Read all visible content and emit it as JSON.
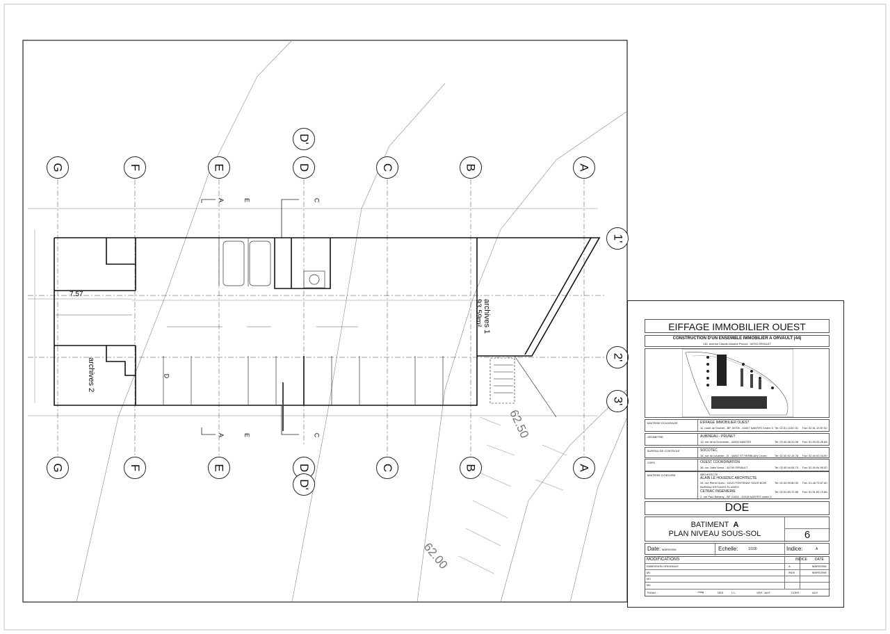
{
  "plan": {
    "grid_top": [
      "G",
      "F",
      "E",
      "D",
      "C",
      "B",
      "A"
    ],
    "grid_extra_top": "D'",
    "grid_bottom": [
      "G",
      "F",
      "E",
      "D",
      "C",
      "B",
      "A"
    ],
    "grid_extra_bottom": "D'",
    "grid_right": [
      "1'",
      "2'",
      "3'"
    ],
    "section_marks": [
      "A",
      "E",
      "C"
    ],
    "rooms": [
      {
        "name": "archives 1",
        "area": "93.59m²"
      },
      {
        "name": "archives 2"
      }
    ],
    "dimension_main": "7.57",
    "contour_labels": [
      "62.50",
      "62.00"
    ],
    "door_label": "D"
  },
  "title_block": {
    "company": "EIFFAGE IMMOBILIER OUEST",
    "project": "CONSTRUCTION D'UN ENSEMBLE IMMOBILIER A ORVAULT (44)",
    "address": "130, avenue Claude-Antoine Peccot - 44700 ORVAULT",
    "parties": [
      {
        "role": "MAITRISE D'OUVRAGE",
        "name": "EIFFAGE IMMOBILIER OUEST",
        "addr": "11, route de Gachet - BP. 50705 - 44307 NANTES Cedex 3",
        "tel": "Tel: 02.51.13.87.51",
        "fax": "Fax: 02.51.13.87.52"
      },
      {
        "role": "GÉOMETRE",
        "name": "AUBINEAU - PRUNET",
        "addr": "13, rue de la Duchesse - 44000 NANTES",
        "tel": "Tel: 02.40.48.20.08",
        "fax": "Fax: 02.40.43.25.68"
      },
      {
        "role": "BUREAU DE CONTROLE",
        "name": "SOCOTEC",
        "addr": "16, rue du coutelier - ZI - 44807 ST HERBLAIN Cedex",
        "tel": "Tel: 02.40.92.15.78",
        "fax": "Fax: 02.40.92.04.89"
      },
      {
        "role": "CSPS",
        "name": "OUEST COORDINATION",
        "addr": "36, rue Jules Verne - 44700 ORVAULT",
        "tel": "Tel: 02.40.94.94.73",
        "fax": "Fax: 02.40.94.95.52"
      }
    ],
    "moe": {
      "role": "MAITRISE D'OEUVRE",
      "architect_label": "ARCHITECTE :",
      "architect": "ALAIN LE HOUEDEC ARCHITECTE",
      "architect_addr": "34, rue Pierre Dubu - 94120 FONTENAY SOUS BOIS",
      "architect_tel": "Tel: 01.53.99.80.30",
      "architect_fax": "Fax: 01.48.73.67.80",
      "bet_label": "BUREAU D'ETUDES FLUIDES",
      "bet": "CETRAC INGENIERIE",
      "bet_addr": "2, rue Paul Bellamy - BP 21816 - 44018 NANTES cedex 1",
      "bet_tel": "Tel: 02.51.83.72.88",
      "bet_fax": "Fax: 02.51.83.72.86"
    },
    "phase": "DOE",
    "building": "BATIMENT",
    "building_letter": "A",
    "plan_title": "PLAN NIVEAU SOUS-SOL",
    "sheet_number": "6",
    "date_label": "Date:",
    "date_value": "MARS2008",
    "scale_label": "Echelle:",
    "scale_value": "1/100",
    "index_label": "Indice:",
    "index_value": "A",
    "modifications_header": "MODIFICATIONS",
    "indice_header": "INDICE",
    "date_header": "DATE",
    "modifications": [
      {
        "label": "EMMISSION ORIGINALE",
        "indice": "A",
        "date": "MARS2008"
      },
      {
        "label": "M1",
        "indice": "IND0",
        "date": "MARS2008"
      },
      {
        "label": "M3",
        "indice": "",
        "date": ""
      },
      {
        "label": "M4",
        "indice": "",
        "date": ""
      }
    ],
    "footer": {
      "fichier": "Fichier :",
      "ext": ".Dwg",
      "des": "DES :",
      "des_v": "L.L",
      "ver": "VER : ALH",
      "cont": "CONT :",
      "cont_v": "ALH"
    }
  }
}
